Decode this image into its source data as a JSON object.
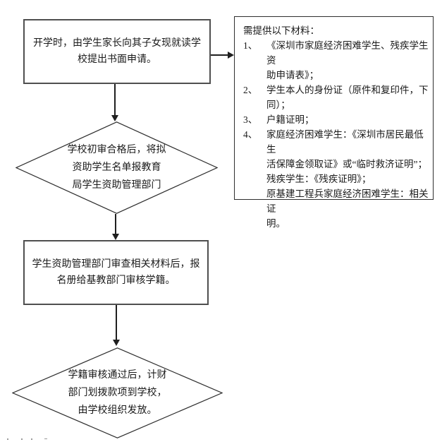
{
  "colors": {
    "background": "#ffffff",
    "rect_border": "#4f4f4f",
    "shape_outline": "#2e2e2e",
    "arrow": "#1f1f1f",
    "text": "#1a1a1a"
  },
  "flow": {
    "box1": {
      "lines": [
        "开学时，由学生家长向其子女现就读学",
        "校提出书面申请。"
      ]
    },
    "diamond1": {
      "lines": [
        "学校初审合格后，将拟",
        "资助学生名单报教育",
        "局学生资助管理部门"
      ]
    },
    "box2": {
      "lines": [
        "学生资助管理部门审查相关材料后，报",
        "名册给基教部门审核学籍。"
      ]
    },
    "diamond2": {
      "lines": [
        "学籍审核通过后，计财",
        "部门划拨款项到学校，",
        "由学校组织发放。"
      ]
    }
  },
  "materials_box": {
    "title": "需提供以下材料：",
    "items": [
      {
        "num": "1、",
        "lines": [
          "《深圳市家庭经济困难学生、残疾学生资",
          "助申请表》；"
        ]
      },
      {
        "num": "2、",
        "lines": [
          "学生本人的身份证（原件和复印件，下",
          "同）；"
        ]
      },
      {
        "num": "3、",
        "lines": [
          "户籍证明；"
        ]
      },
      {
        "num": "4、",
        "lines": [
          "家庭经济困难学生：《深圳市居民最低生",
          "活保障金领取证》或“临时救济证明”；",
          "残疾学生：《残疾证明》；",
          "原基建工程兵家庭经济困难学生：相关证",
          "明。"
        ]
      }
    ]
  }
}
